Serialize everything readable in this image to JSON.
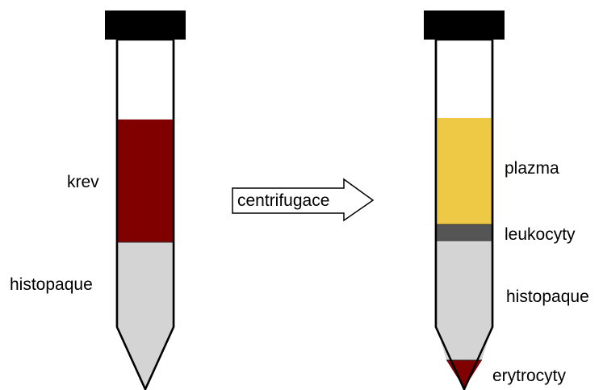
{
  "arrow": {
    "label": "centrifugace"
  },
  "tube_before": {
    "layers": [
      {
        "label": "krev",
        "color": "#800000"
      },
      {
        "label": "histopaque",
        "color": "#d4d4d4"
      }
    ],
    "cap_color": "#000000"
  },
  "tube_after": {
    "layers": [
      {
        "label": "plazma",
        "color": "#edc945"
      },
      {
        "label": "leukocyty",
        "color": "#555555"
      },
      {
        "label": "histopaque",
        "color": "#d4d4d4"
      },
      {
        "label": "erytrocyty",
        "color": "#800000"
      }
    ],
    "cap_color": "#000000"
  }
}
